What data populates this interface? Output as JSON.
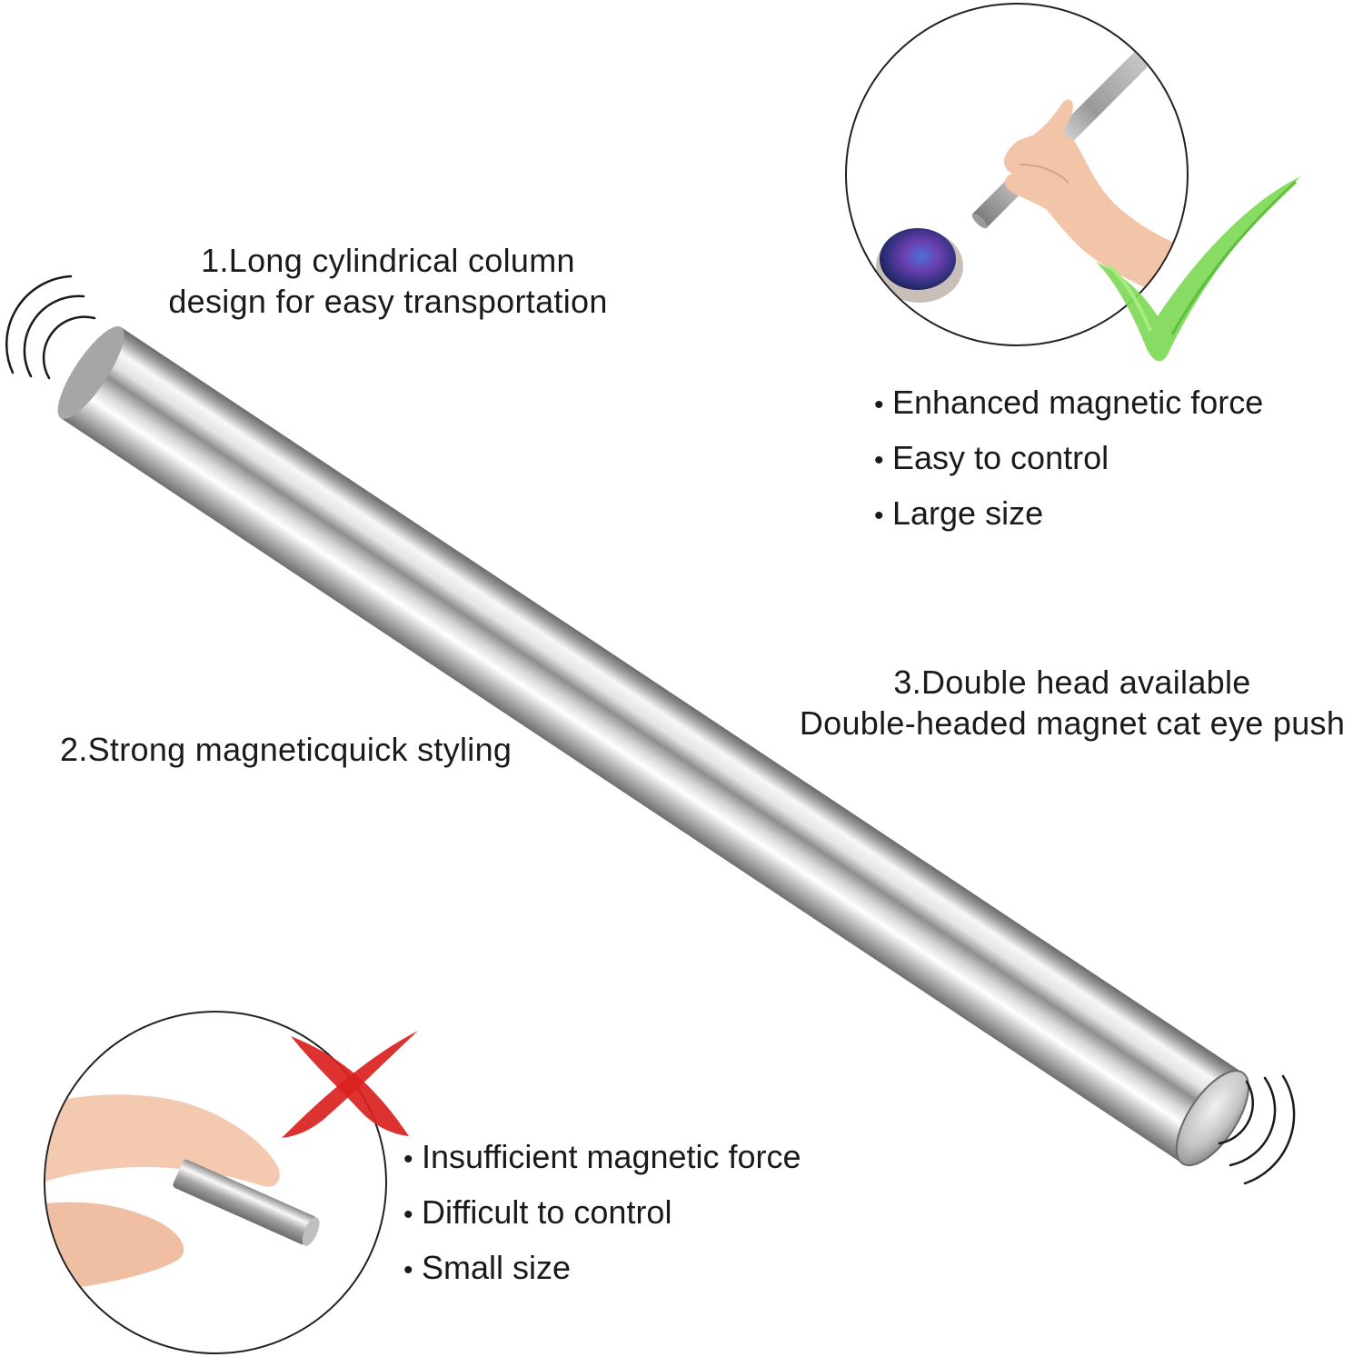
{
  "features": {
    "f1": {
      "line1": "1.Long cylindrical column",
      "line2": "design for easy transportation"
    },
    "f2": {
      "text": "2.Strong magneticquick styling"
    },
    "f3": {
      "line1": "3.Double head available",
      "line2": "Double-headed magnet cat eye push"
    }
  },
  "good_points": [
    "Enhanced magnetic force",
    "Easy to control",
    "Large size"
  ],
  "bad_points": [
    "Insufficient magnetic force",
    "Difficult to control",
    "Small size"
  ],
  "colors": {
    "check": "#7ed957",
    "cross": "#d9211e",
    "steel": "#bdbdbd",
    "outline": "#222222"
  },
  "icons": {
    "good": "checkmark-icon",
    "bad": "cross-icon",
    "waves": "magnetic-wave-icon"
  }
}
